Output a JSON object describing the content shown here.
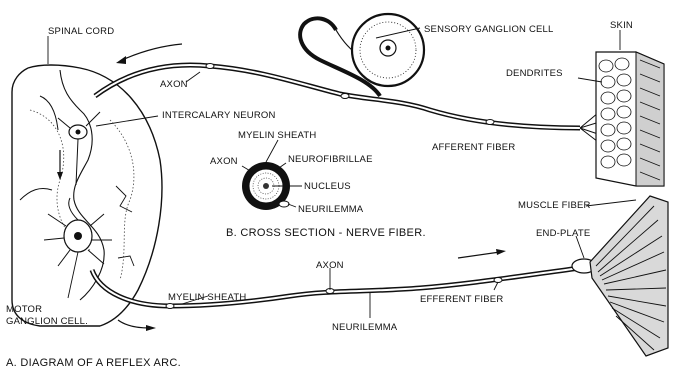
{
  "labels": {
    "spinal_cord": "SPINAL CORD",
    "axon_top": "AXON",
    "intercalary_neuron": "INTERCALARY NEURON",
    "sensory_ganglion_cell": "SENSORY GANGLION CELL",
    "skin": "SKIN",
    "dendrites": "DENDRITES",
    "afferent_fiber": "AFFERENT FIBER",
    "myelin_sheath_b": "MYELIN SHEATH",
    "axon_b": "AXON",
    "neurofibrillae": "NEUROFIBRILLAE",
    "nucleus": "NUCLEUS",
    "neurilemma_b": "NEURILEMMA",
    "muscle_fiber": "MUSCLE FIBER",
    "end_plate": "END-PLATE",
    "axon_bottom": "AXON",
    "efferent_fiber": "EFFERENT FIBER",
    "myelin_sheath_bottom": "MYELIN SHEATH",
    "neurilemma_bottom": "NEURILEMMA",
    "motor_ganglion_1": "MOTOR",
    "motor_ganglion_2": "GANGLION CELL."
  },
  "captions": {
    "cross_section": "B. CROSS SECTION - NERVE FIBER.",
    "reflex_arc": "A. DIAGRAM OF A REFLEX ARC."
  }
}
